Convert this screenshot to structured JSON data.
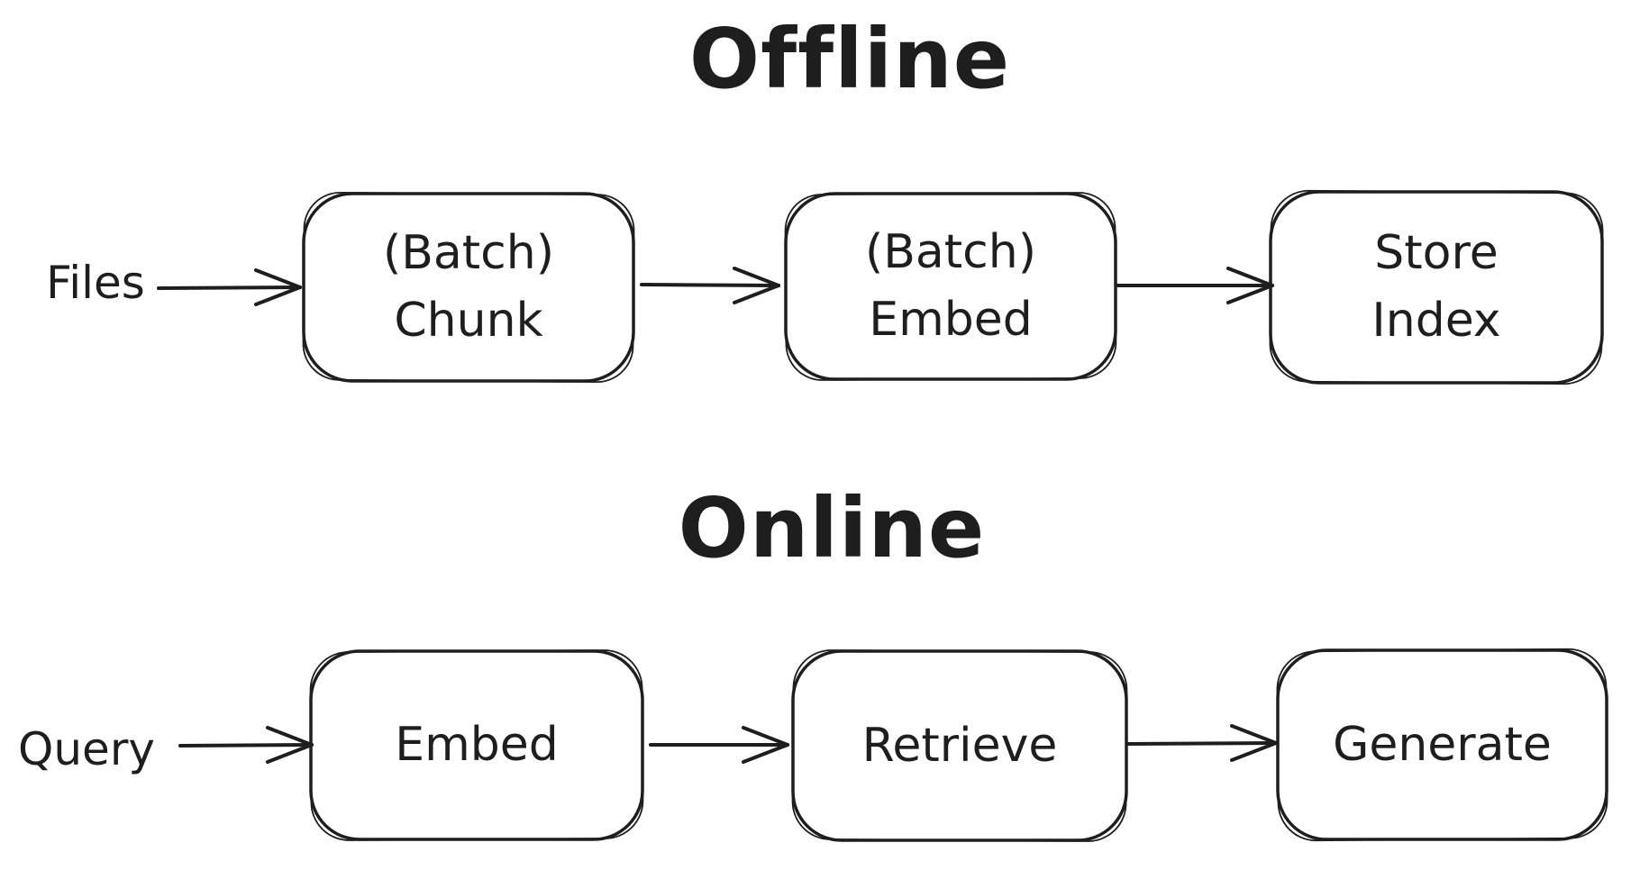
{
  "diagram": {
    "background_color": "#ffffff",
    "stroke_color": "#1e1e1e",
    "offline": {
      "title": "Offline",
      "source_label": "Files",
      "nodes": [
        {
          "line1": "(Batch)",
          "line2": "Chunk"
        },
        {
          "line1": "(Batch)",
          "line2": "Embed"
        },
        {
          "line1": "Store",
          "line2": "Index"
        }
      ]
    },
    "online": {
      "title": "Online",
      "source_label": "Query",
      "nodes": [
        {
          "label": "Embed"
        },
        {
          "label": "Retrieve"
        },
        {
          "label": "Generate"
        }
      ]
    }
  }
}
